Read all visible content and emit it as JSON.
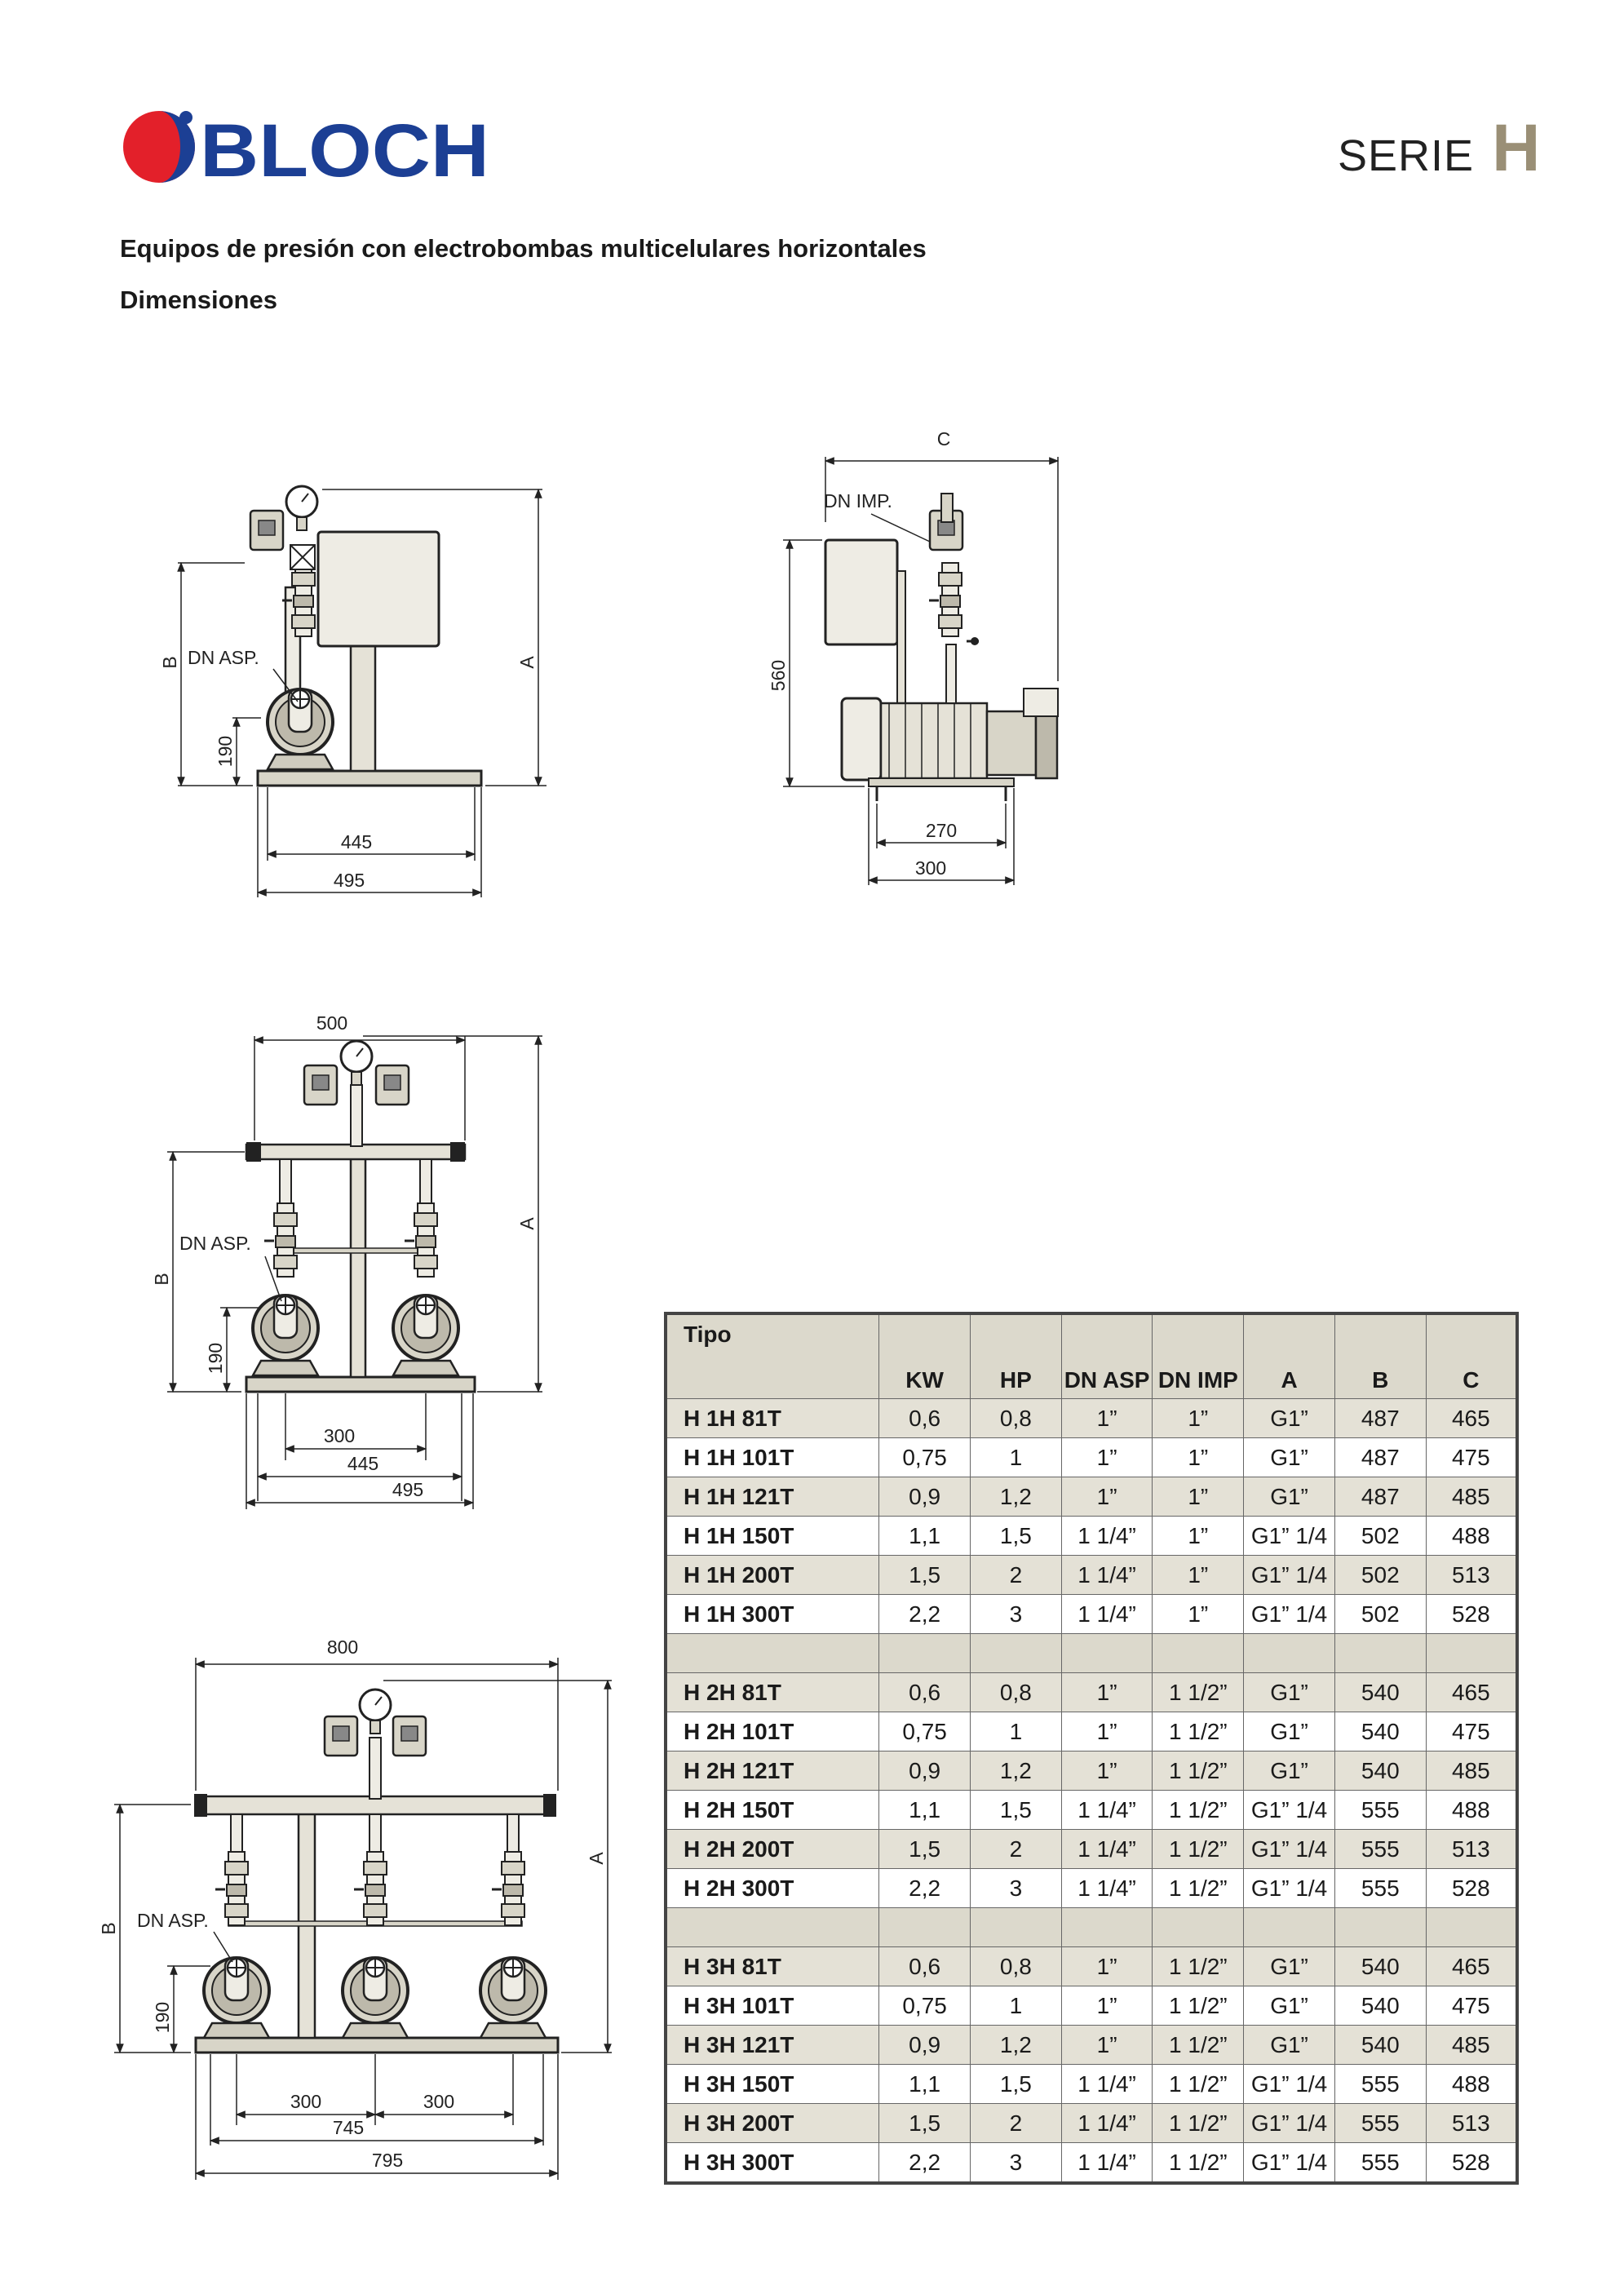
{
  "brand": {
    "name": "BLOCH",
    "color": "#1c3f94",
    "accent": "#e3202a"
  },
  "series": {
    "label": "SERIE",
    "letter": "H"
  },
  "title": "Equipos de presión con electrobombas multicelulares horizontales",
  "subtitle": "Dimensiones",
  "drawings": {
    "d1": {
      "b": "B",
      "a": "A",
      "dn_asp": "DN ASP.",
      "h190": "190",
      "w445": "445",
      "w495": "495"
    },
    "d2": {
      "c": "C",
      "dn_imp": "DN IMP.",
      "h560": "560",
      "w270": "270",
      "w300": "300"
    },
    "d3": {
      "w500": "500",
      "a": "A",
      "b": "B",
      "dn_asp": "DN ASP.",
      "h190": "190",
      "w300": "300",
      "w445": "445",
      "w495": "495"
    },
    "d4": {
      "w800": "800",
      "a": "A",
      "b": "B",
      "dn_asp": "DN ASP.",
      "h190": "190",
      "w300a": "300",
      "w300b": "300",
      "w745": "745",
      "w795": "795"
    }
  },
  "table": {
    "headers": [
      "Tipo",
      "KW",
      "HP",
      "DN ASP",
      "DN IMP",
      "A",
      "B",
      "C"
    ],
    "groups": [
      [
        [
          "H 1H 81T",
          "0,6",
          "0,8",
          "1”",
          "1”",
          "G1”",
          "487",
          "465"
        ],
        [
          "H 1H 101T",
          "0,75",
          "1",
          "1”",
          "1”",
          "G1”",
          "487",
          "475"
        ],
        [
          "H 1H 121T",
          "0,9",
          "1,2",
          "1”",
          "1”",
          "G1”",
          "487",
          "485"
        ],
        [
          "H 1H 150T",
          "1,1",
          "1,5",
          "1 1/4”",
          "1”",
          "G1” 1/4",
          "502",
          "488"
        ],
        [
          "H 1H 200T",
          "1,5",
          "2",
          "1 1/4”",
          "1”",
          "G1” 1/4",
          "502",
          "513"
        ],
        [
          "H 1H 300T",
          "2,2",
          "3",
          "1 1/4”",
          "1”",
          "G1” 1/4",
          "502",
          "528"
        ]
      ],
      [
        [
          "H 2H 81T",
          "0,6",
          "0,8",
          "1”",
          "1 1/2”",
          "G1”",
          "540",
          "465"
        ],
        [
          "H 2H 101T",
          "0,75",
          "1",
          "1”",
          "1 1/2”",
          "G1”",
          "540",
          "475"
        ],
        [
          "H 2H 121T",
          "0,9",
          "1,2",
          "1”",
          "1 1/2”",
          "G1”",
          "540",
          "485"
        ],
        [
          "H 2H 150T",
          "1,1",
          "1,5",
          "1 1/4”",
          "1 1/2”",
          "G1” 1/4",
          "555",
          "488"
        ],
        [
          "H 2H 200T",
          "1,5",
          "2",
          "1 1/4”",
          "1 1/2”",
          "G1” 1/4",
          "555",
          "513"
        ],
        [
          "H 2H 300T",
          "2,2",
          "3",
          "1 1/4”",
          "1 1/2”",
          "G1” 1/4",
          "555",
          "528"
        ]
      ],
      [
        [
          "H 3H 81T",
          "0,6",
          "0,8",
          "1”",
          "1 1/2”",
          "G1”",
          "540",
          "465"
        ],
        [
          "H 3H 101T",
          "0,75",
          "1",
          "1”",
          "1 1/2”",
          "G1”",
          "540",
          "475"
        ],
        [
          "H 3H 121T",
          "0,9",
          "1,2",
          "1”",
          "1 1/2”",
          "G1”",
          "540",
          "485"
        ],
        [
          "H 3H 150T",
          "1,1",
          "1,5",
          "1 1/4”",
          "1 1/2”",
          "G1” 1/4",
          "555",
          "488"
        ],
        [
          "H 3H 200T",
          "1,5",
          "2",
          "1 1/4”",
          "1 1/2”",
          "G1” 1/4",
          "555",
          "513"
        ],
        [
          "H 3H 300T",
          "2,2",
          "3",
          "1 1/4”",
          "1 1/2”",
          "G1” 1/4",
          "555",
          "528"
        ]
      ]
    ]
  }
}
